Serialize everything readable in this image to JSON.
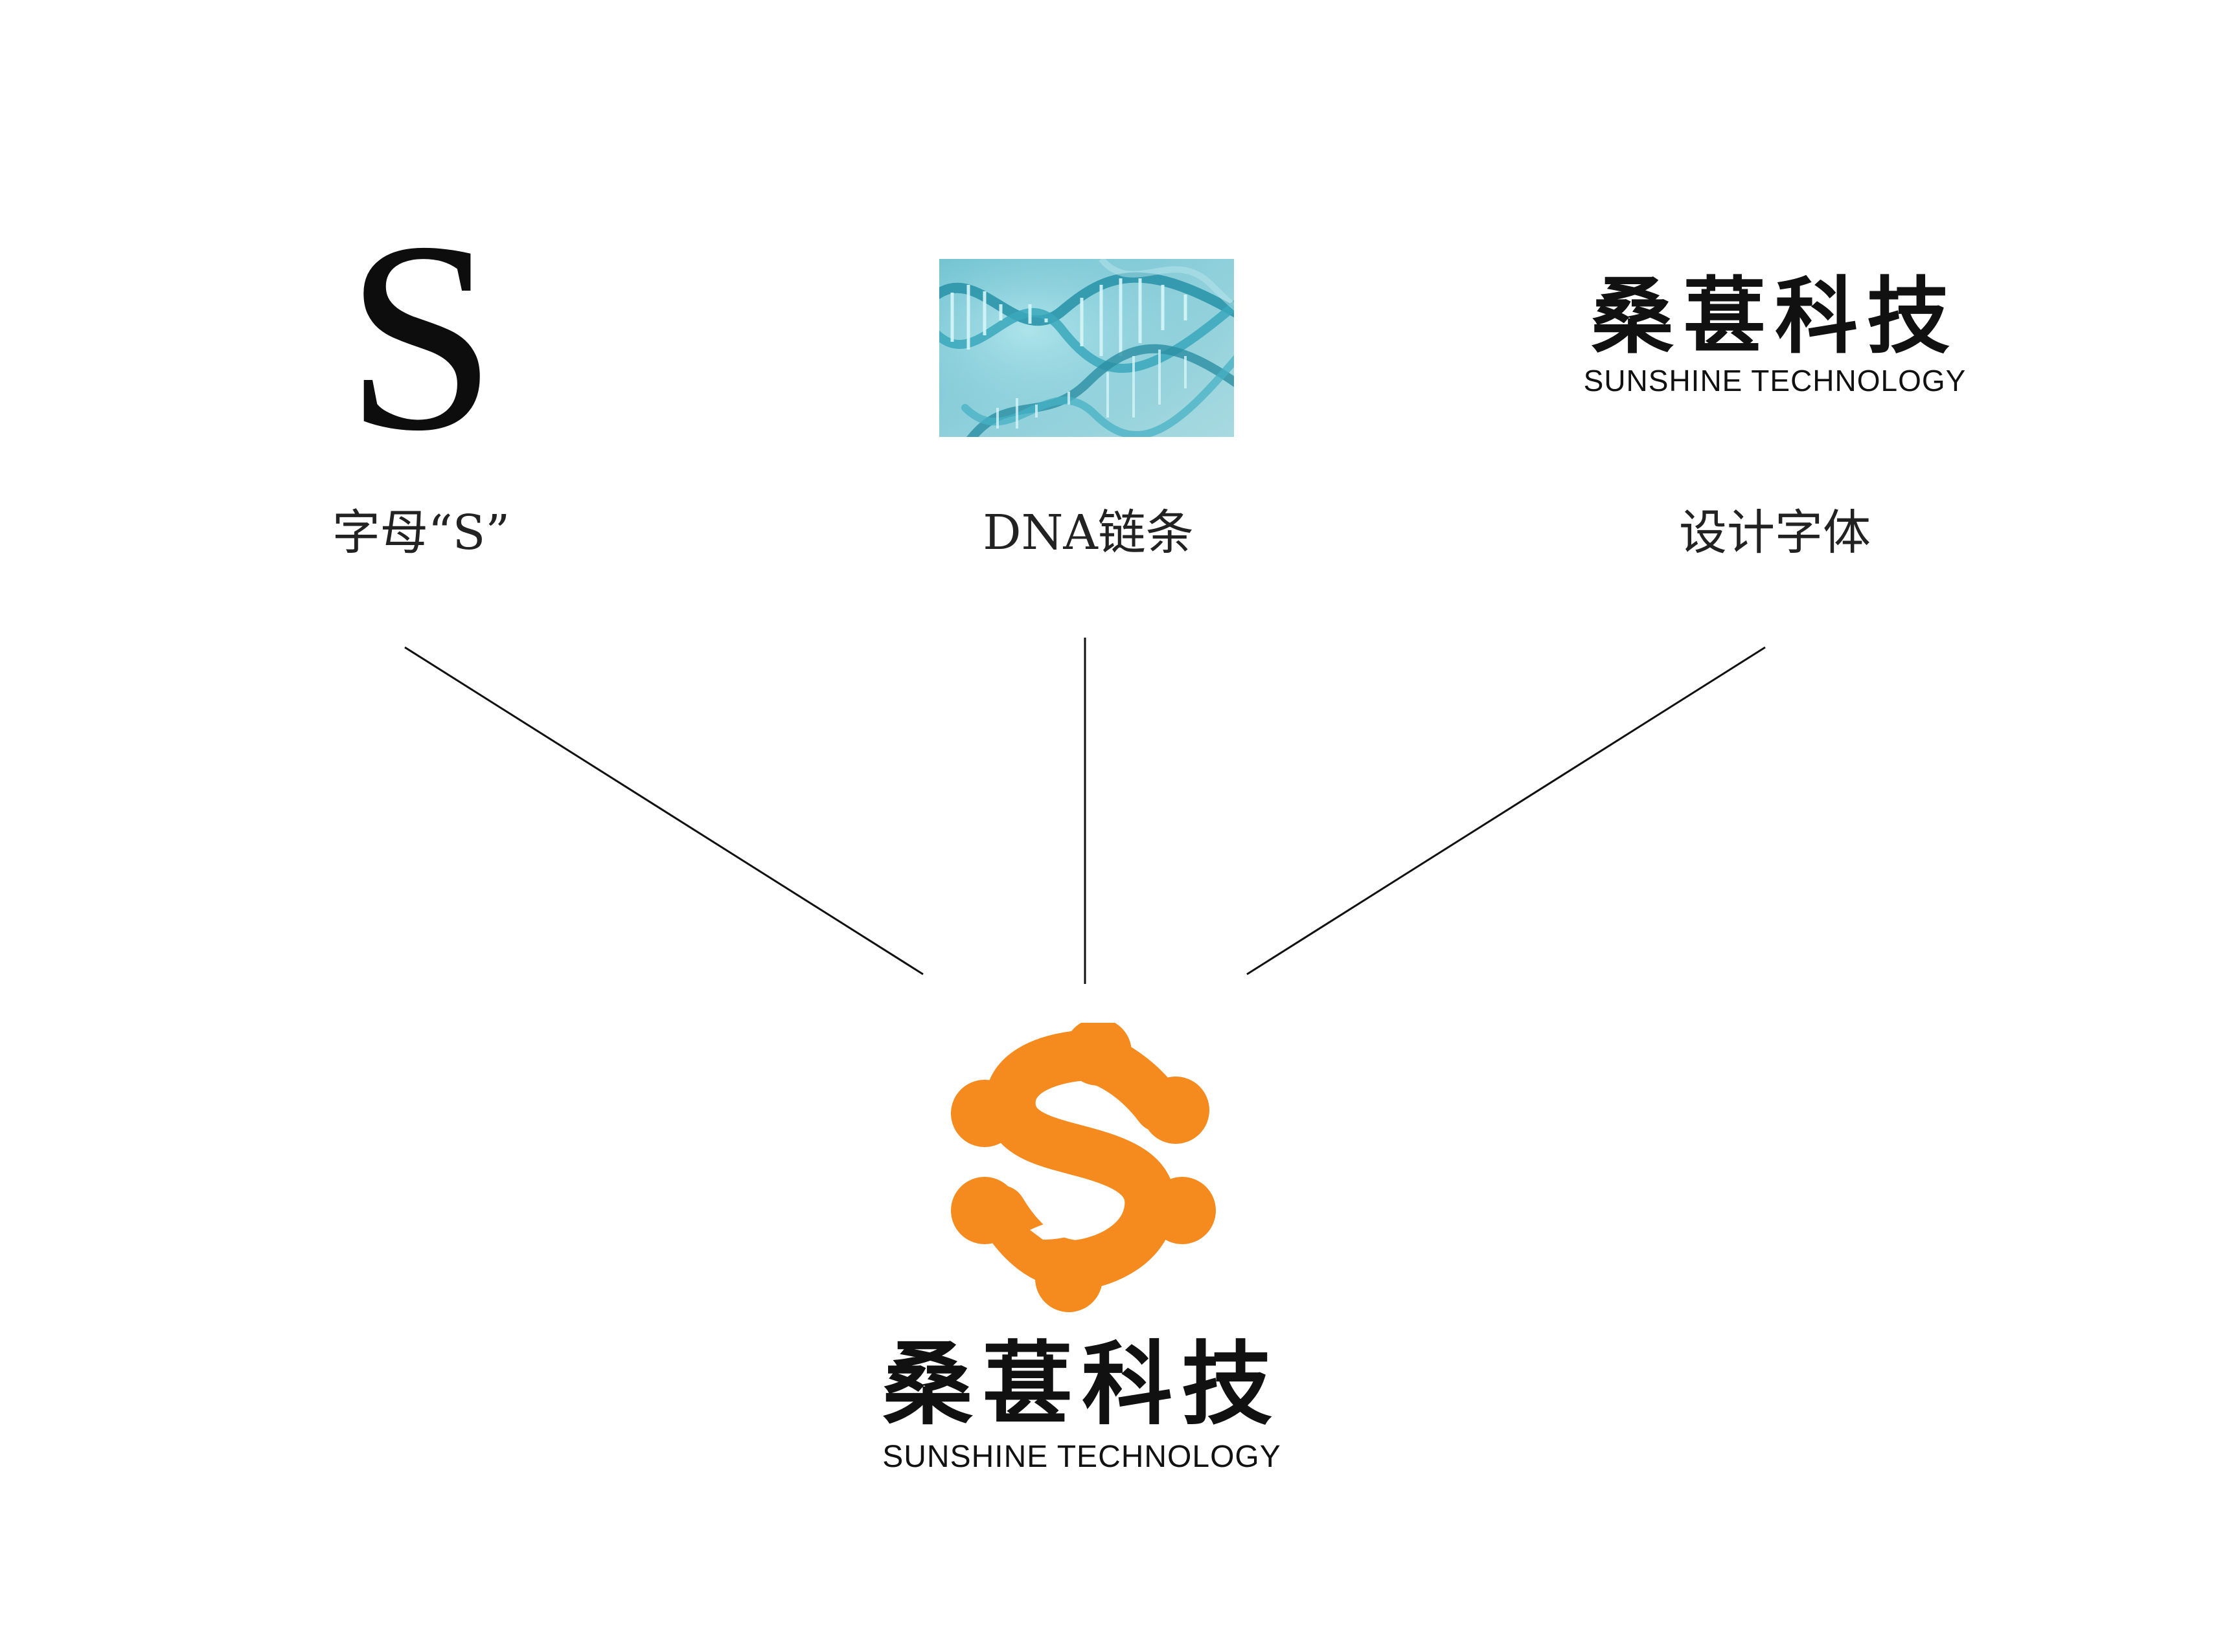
{
  "sources": {
    "letter": {
      "glyph": "S",
      "caption": "字母“S”"
    },
    "dna": {
      "caption": "DNA链条",
      "image_icon": "dna-helix-icon",
      "colors": {
        "background": "#7fc9d6",
        "strand": "#2e9fb3",
        "highlight": "#c8f1f5"
      }
    },
    "font": {
      "wordmark_cn": "桑葚科技",
      "wordmark_en": "SUNSHINE TECHNOLOGY",
      "caption": "设计字体"
    }
  },
  "result": {
    "logo_icon": "molecule-s-icon",
    "wordmark_cn": "桑葚科技",
    "wordmark_en": "SUNSHINE TECHNOLOGY"
  },
  "colors": {
    "brand_orange": "#f58a1f",
    "text": "#111111",
    "line": "#111111",
    "background": "#ffffff"
  }
}
